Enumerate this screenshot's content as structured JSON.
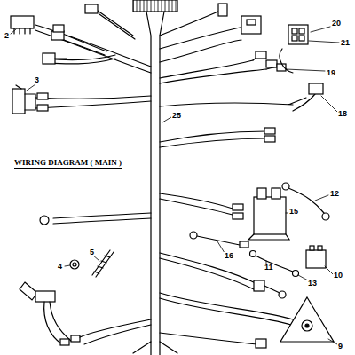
{
  "diagram": {
    "title": "WIRING DIAGRAM ( MAIN )",
    "labels": [
      "2",
      "20",
      "21",
      "19",
      "3",
      "18",
      "25",
      "12",
      "15",
      "16",
      "11",
      "13",
      "10",
      "4",
      "5",
      "9"
    ]
  }
}
